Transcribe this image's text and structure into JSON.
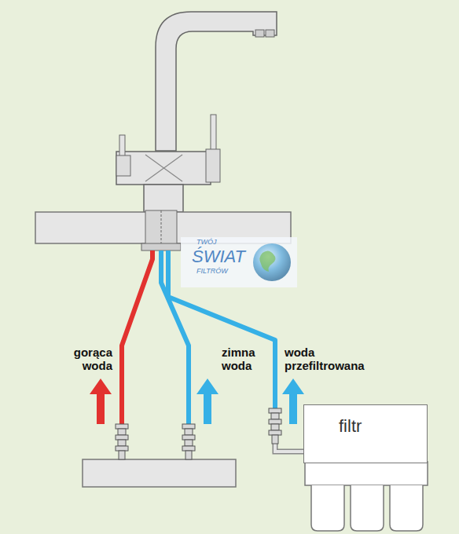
{
  "diagram": {
    "nodes": [
      {
        "text": [
          "filtr"
        ]
      }
    ],
    "labels": [
      "gorąca woda",
      "zimna woda",
      "woda przefiltrowana",
      "TWÓJ",
      "ŚWIAT",
      "FILTRÓW"
    ]
  }
}
